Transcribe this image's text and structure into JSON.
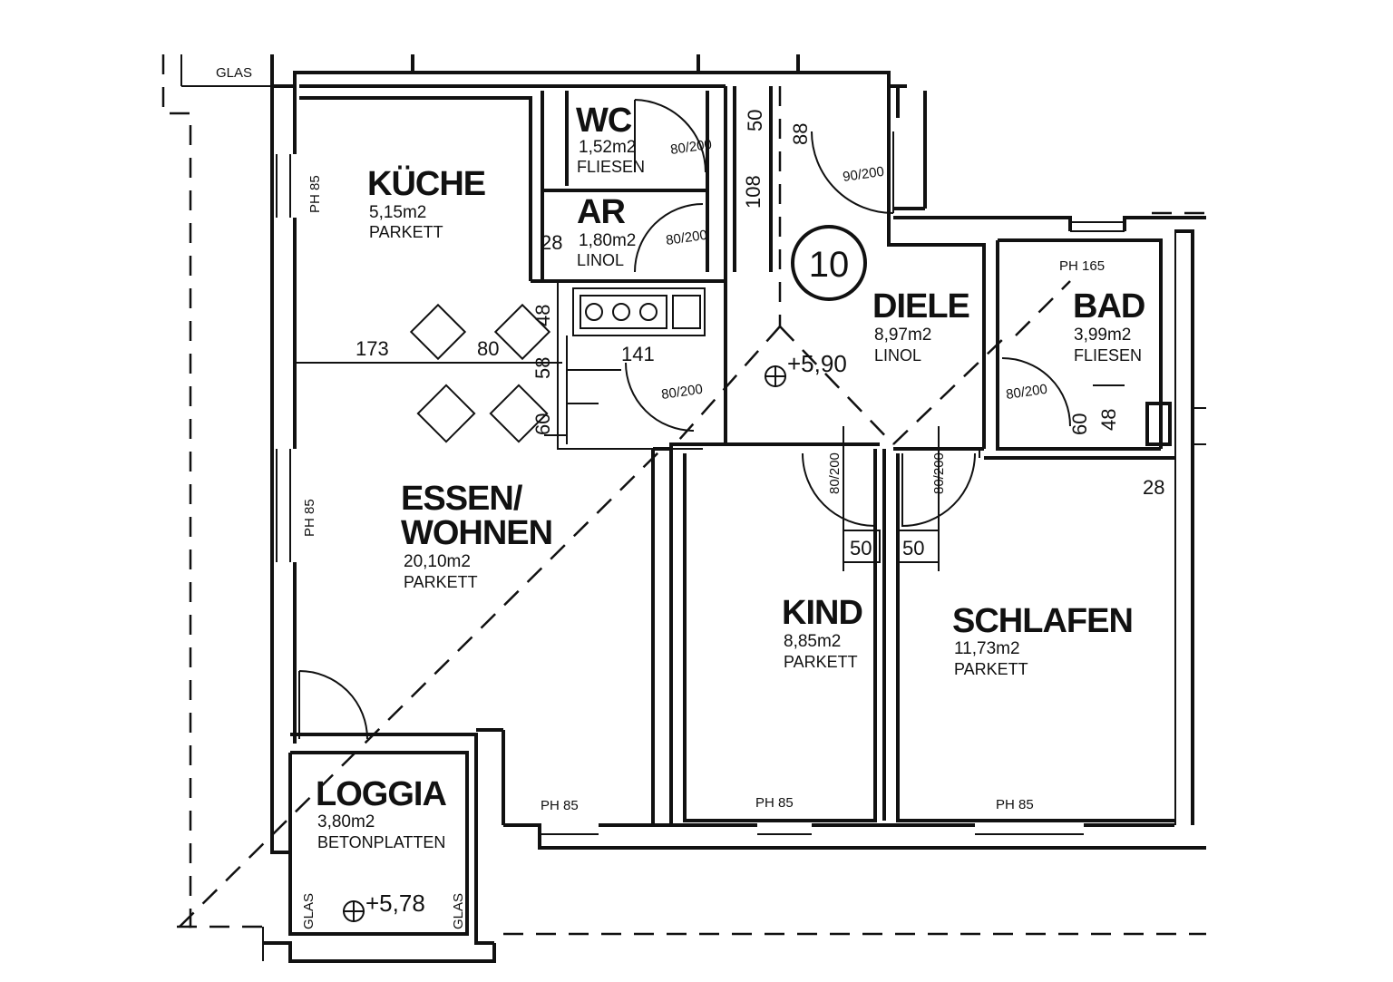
{
  "unit_number": "10",
  "rooms": {
    "kueche": {
      "name": "KÜCHE",
      "area": "5,15m2",
      "floor": "PARKETT"
    },
    "wc": {
      "name": "WC",
      "area": "1,52m2",
      "floor": "FLIESEN"
    },
    "ar": {
      "name": "AR",
      "area": "1,80m2",
      "floor": "LINOL"
    },
    "diele": {
      "name": "DIELE",
      "area": "8,97m2",
      "floor": "LINOL"
    },
    "bad": {
      "name": "BAD",
      "area": "3,99m2",
      "floor": "FLIESEN"
    },
    "essen": {
      "name_line1": "ESSEN/",
      "name_line2": "WOHNEN",
      "area": "20,10m2",
      "floor": "PARKETT"
    },
    "kind": {
      "name": "KIND",
      "area": "8,85m2",
      "floor": "PARKETT"
    },
    "schlafen": {
      "name": "SCHLAFEN",
      "area": "11,73m2",
      "floor": "PARKETT"
    },
    "loggia": {
      "name": "LOGGIA",
      "area": "3,80m2",
      "floor": "BETONPLATTEN"
    }
  },
  "levels": {
    "diele": "+5,90",
    "loggia": "+5,78"
  },
  "dimensions": {
    "d173": "173",
    "d80": "80",
    "d141": "141",
    "d108": "108",
    "d50_top": "50",
    "d88": "88",
    "d58": "58",
    "d48a": "48",
    "d60a": "60",
    "d60b": "60",
    "d48b": "48",
    "d28a": "28",
    "d28b": "28",
    "d50a": "50",
    "d50b": "50"
  },
  "door_labels": {
    "wc": "80/200",
    "ar": "80/200",
    "diele": "90/200",
    "kueche": "80/200",
    "bad": "80/200",
    "kind": "80/200",
    "schlafen": "80/200"
  },
  "sill_labels": {
    "kueche": "PH 85",
    "essen_left": "PH 85",
    "essen_bottom": "PH 85",
    "kind": "PH 85",
    "schlafen": "PH 85",
    "bad": "PH 165"
  },
  "glass_labels": {
    "top": "GLAS",
    "loggia_left": "GLAS",
    "loggia_right": "GLAS"
  }
}
